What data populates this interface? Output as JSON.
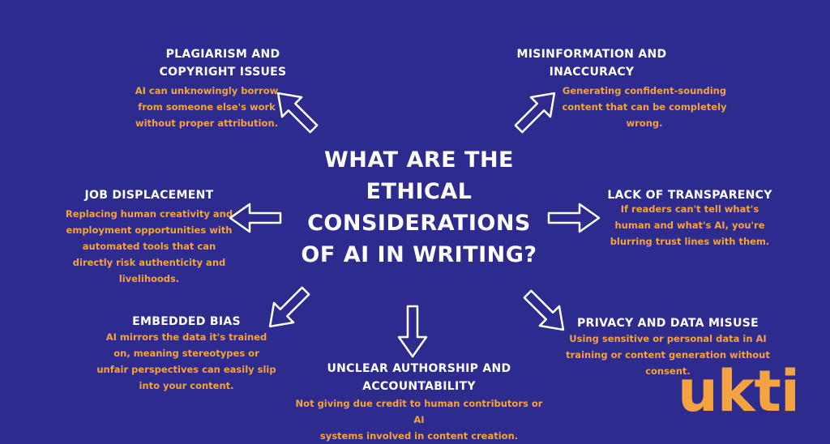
{
  "title_lines": [
    "WHAT ARE THE",
    "ETHICAL",
    "CONSIDERATIONS",
    "OF AI IN WRITING?"
  ],
  "items": {
    "plagiarism": {
      "heading_lines": [
        "PLAGIARISM AND",
        "COPYRIGHT ISSUES"
      ],
      "body_lines": [
        "AI can unknowingly borrow",
        "from someone else's work",
        "without proper attribution."
      ]
    },
    "misinformation": {
      "heading_lines": [
        "MISINFORMATION AND",
        "INACCURACY"
      ],
      "body_lines": [
        "Generating confident-sounding",
        "content that can be completely",
        "wrong."
      ]
    },
    "job_displacement": {
      "heading_lines": [
        "JOB DISPLACEMENT"
      ],
      "body_lines": [
        "Replacing human creativity and",
        "employment opportunities with",
        "automated tools that can",
        "directly risk authenticity and",
        "livelihoods."
      ]
    },
    "transparency": {
      "heading_lines": [
        "LACK OF TRANSPARENCY"
      ],
      "body_lines": [
        "If readers can't tell what's",
        "human and what's AI, you're",
        "blurring trust lines with them."
      ]
    },
    "bias": {
      "heading_lines": [
        "EMBEDDED BIAS"
      ],
      "body_lines": [
        "AI mirrors the data it's trained",
        "on, meaning stereotypes or",
        "unfair perspectives can easily slip",
        "into your content."
      ]
    },
    "authorship": {
      "heading_lines": [
        "UNCLEAR AUTHORSHIP AND",
        "ACCOUNTABILITY"
      ],
      "body_lines": [
        "Not giving due credit to human contributors or AI",
        "systems involved in content creation."
      ]
    },
    "privacy": {
      "heading_lines": [
        "PRIVACY AND DATA MISUSE"
      ],
      "body_lines": [
        "Using sensitive or personal data in AI",
        "training or content generation without",
        "consent."
      ]
    }
  },
  "logo": {
    "text": "ukti"
  },
  "colors": {
    "background": "#2e2b8e",
    "heading": "#ffffff",
    "body": "#f4a340",
    "logo": "#f4a340"
  },
  "icons": [
    "arrow-up-left-icon",
    "arrow-up-right-icon",
    "arrow-left-icon",
    "arrow-right-icon",
    "arrow-down-left-icon",
    "arrow-down-icon",
    "arrow-down-right-icon"
  ]
}
